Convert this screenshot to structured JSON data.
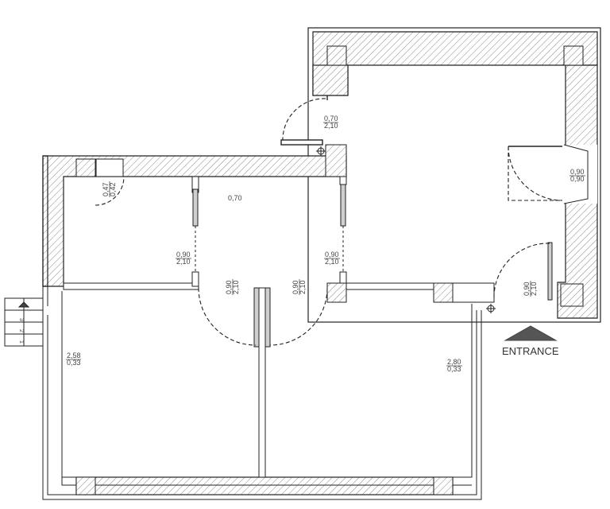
{
  "entrance": {
    "label": "ENTRANCE"
  },
  "labels": {
    "door_top": [
      "0,70",
      "2,10"
    ],
    "door_right_wall": [
      "0,90",
      "0,90"
    ],
    "door_entrance": [
      "0,90",
      "2,10"
    ],
    "window_small_room": [
      "0,47",
      "0,42"
    ],
    "hall_value": "0,70",
    "door_left_room": [
      "0,90",
      "2,10"
    ],
    "door_center_room": [
      "0,90",
      "2,10"
    ],
    "door_lower_left": [
      "0,90",
      "2,10"
    ],
    "door_lower_right": [
      "0,90",
      "2,10"
    ],
    "window_left": [
      "2,58",
      "0,33"
    ],
    "window_right": [
      "2,80",
      "0,33"
    ]
  },
  "stairs": {
    "steps": [
      "3",
      "2",
      "1"
    ]
  },
  "colors": {
    "wall_line": "#222222",
    "hatch": "#8a8a8a",
    "door_swing": "#222222",
    "arrow": "#555555"
  }
}
